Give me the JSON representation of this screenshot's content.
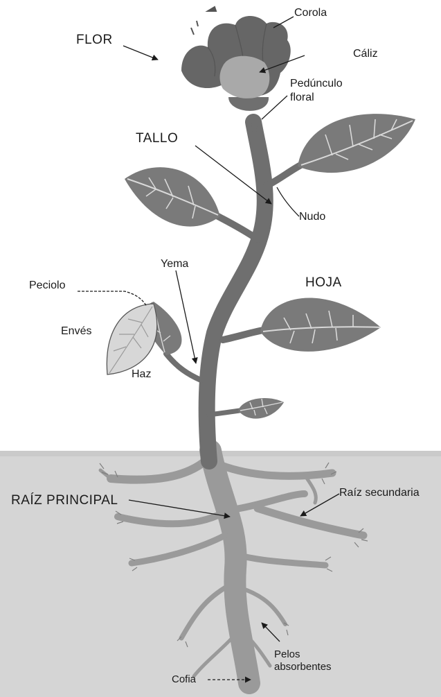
{
  "colors": {
    "stem": "#6f6f6f",
    "leaf": "#7a7a7a",
    "vein": "#d9d9d9",
    "petal": "#666666",
    "calyx": "#a9a9a9",
    "soil": "#d5d5d5",
    "root": "#9a9a9a",
    "leaf_underside": "#d7d7d7"
  },
  "labels": {
    "flor": "FLOR",
    "corola": "Corola",
    "caliz": "Cáliz",
    "peduncle_line1": "Pedúnculo",
    "peduncle_line2": "floral",
    "tallo": "TALLO",
    "nudo": "Nudo",
    "yema": "Yema",
    "peciolo": "Peciolo",
    "hoja": "HOJA",
    "enves": "Envés",
    "haz": "Haz",
    "raiz_principal": "RAÍZ PRINCIPAL",
    "raiz_secundaria": "Raíz secundaria",
    "pelos_line1": "Pelos",
    "pelos_line2": "absorbentes",
    "cofia": "Cofia"
  }
}
